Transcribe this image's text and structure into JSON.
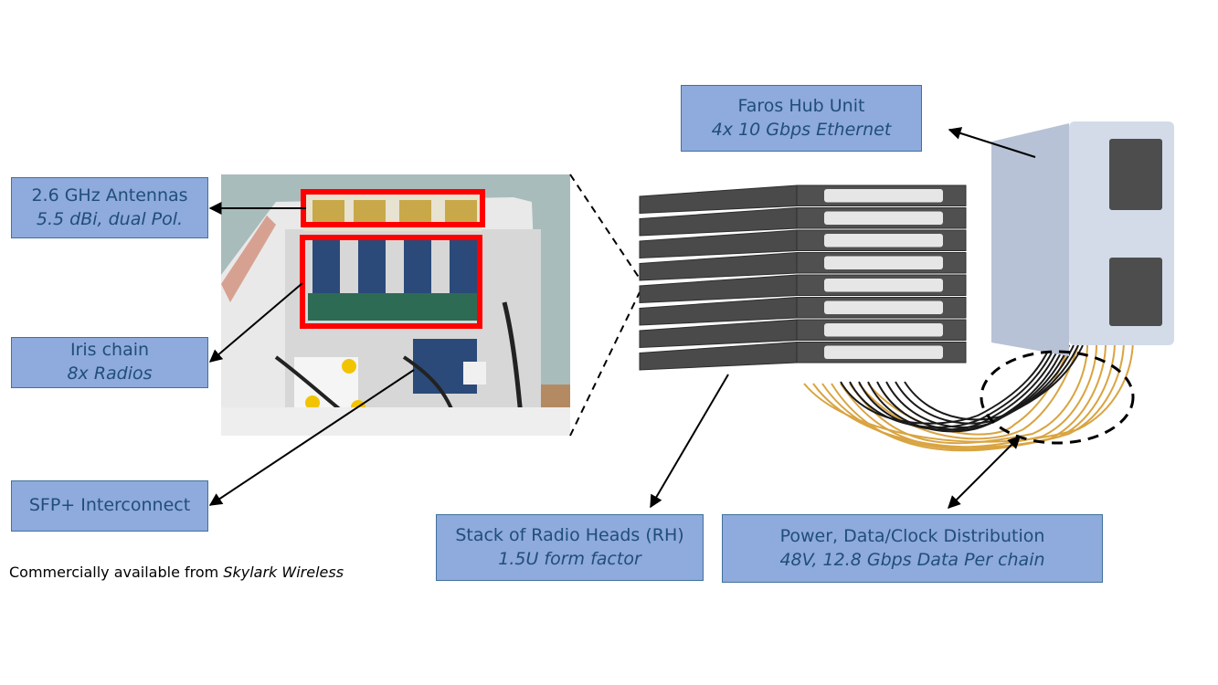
{
  "labels": {
    "antennas": {
      "title": "2.6 GHz Antennas",
      "subtitle": "5.5 dBi, dual Pol."
    },
    "iris_chain": {
      "title": "Iris chain",
      "subtitle": "8x Radios"
    },
    "sfp": {
      "title": "SFP+ Interconnect"
    },
    "faros_hub": {
      "title": "Faros Hub Unit",
      "subtitle": "4x 10 Gbps Ethernet"
    },
    "radio_heads": {
      "title": "Stack of Radio Heads (RH)",
      "subtitle": "1.5U form factor"
    },
    "distribution": {
      "title": "Power, Data/Clock Distribution",
      "subtitle": "48V, 12.8 Gbps Data Per chain"
    }
  },
  "footnote": {
    "prefix": "Commercially available from ",
    "vendor": "Skylark Wireless"
  },
  "colors": {
    "box_fill": "#8faadc",
    "box_border": "#41719c",
    "box_text": "#1f4e79",
    "highlight": "#ff0000",
    "cable_copper": "#d9a441",
    "cable_black": "#1a1a1a"
  },
  "radio_head_count": 8
}
